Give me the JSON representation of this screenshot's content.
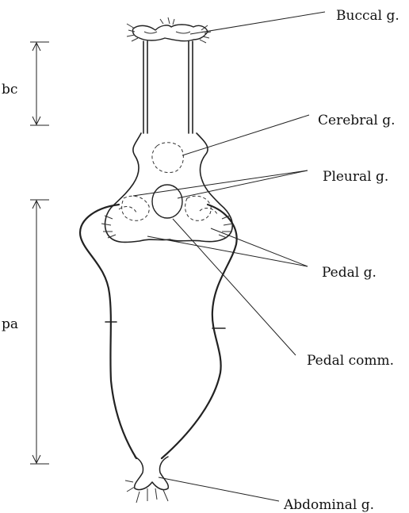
{
  "labels": {
    "buccal": "Buccal g.",
    "cerebral": "Cerebral g.",
    "pleural": "Pleural g.",
    "pedal": "Pedal g.",
    "pedal_comm": "Pedal comm.",
    "abdominal": "Abdominal g.",
    "bc": "bc",
    "pa": "pa"
  },
  "colors": {
    "line": "#222222",
    "background": "#ffffff"
  }
}
